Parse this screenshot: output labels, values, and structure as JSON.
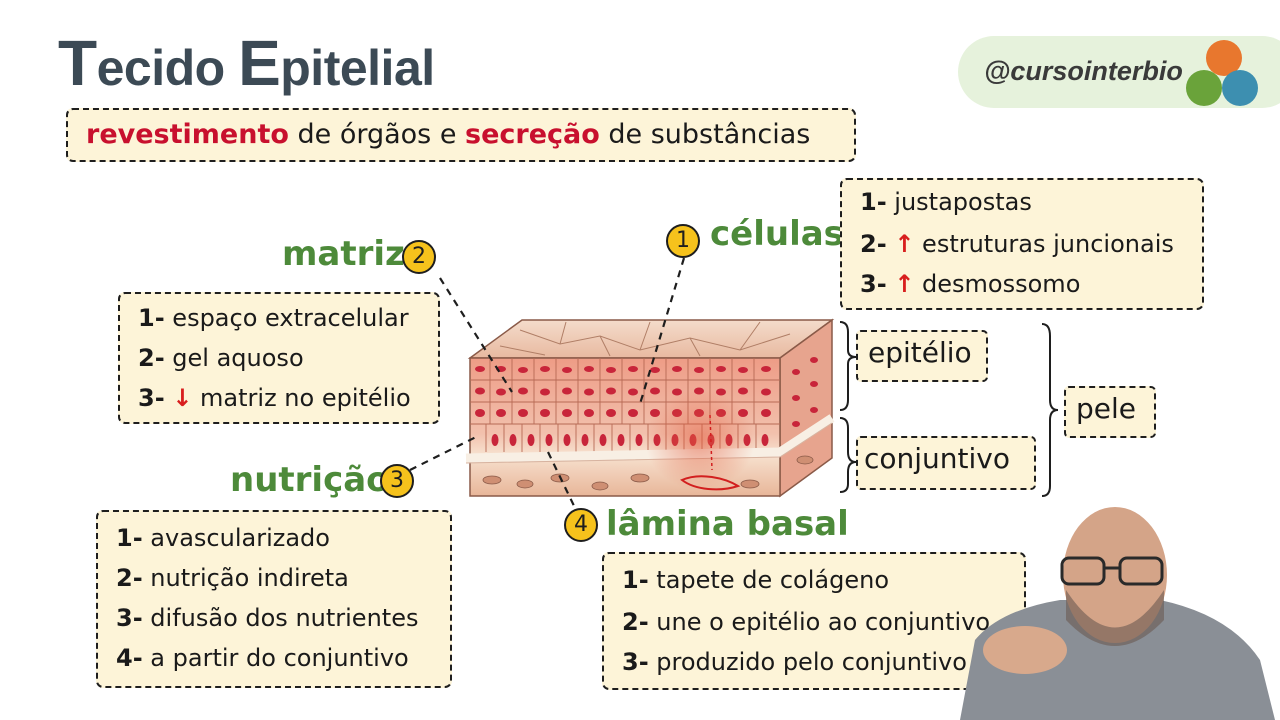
{
  "header": {
    "title_T": "T",
    "title_mid": "ecido ",
    "title_E": "E",
    "title_end": "pitelial",
    "brand": "@cursointerbio"
  },
  "subtitle": {
    "part1": "revestimento",
    "part2": " de órgãos e ",
    "part3": "secreção",
    "part4": " de substâncias"
  },
  "celulas": {
    "number": "1",
    "label": "células",
    "items": [
      {
        "n": "1-",
        "arrow": "",
        "text": " justapostas"
      },
      {
        "n": "2-",
        "arrow": "↑",
        "text": " estruturas juncionais"
      },
      {
        "n": "3-",
        "arrow": "↑",
        "text": " desmossomo"
      }
    ]
  },
  "matriz": {
    "number": "2",
    "label": "matriz",
    "items": [
      {
        "n": "1-",
        "arrow": "",
        "text": " espaço extracelular"
      },
      {
        "n": "2-",
        "arrow": "",
        "text": " gel aquoso"
      },
      {
        "n": "3-",
        "arrow": "↓",
        "text": " matriz no epitélio"
      }
    ]
  },
  "nutricao": {
    "number": "3",
    "label": "nutrição",
    "items": [
      {
        "n": "1-",
        "arrow": "",
        "text": " avascularizado"
      },
      {
        "n": "2-",
        "arrow": "",
        "text": " nutrição indireta"
      },
      {
        "n": "3-",
        "arrow": "",
        "text": " difusão dos nutrientes"
      },
      {
        "n": "4-",
        "arrow": "",
        "text": " a partir do conjuntivo"
      }
    ]
  },
  "lamina": {
    "number": "4",
    "label": "lâmina basal",
    "items": [
      {
        "n": "1-",
        "arrow": "",
        "text": " tapete de colágeno"
      },
      {
        "n": "2-",
        "arrow": "",
        "text": " une o epitélio ao conjuntivo"
      },
      {
        "n": "3-",
        "arrow": "",
        "text": " produzido pelo conjuntivo"
      }
    ]
  },
  "tags": {
    "epitelio": "epitélio",
    "conjuntivo": "conjuntivo",
    "pele": "pele"
  },
  "colors": {
    "accent_red": "#c8102e",
    "label_green": "#4d8a3a",
    "box_fill": "#fdf4d8",
    "badge_yellow": "#f6c21c"
  }
}
